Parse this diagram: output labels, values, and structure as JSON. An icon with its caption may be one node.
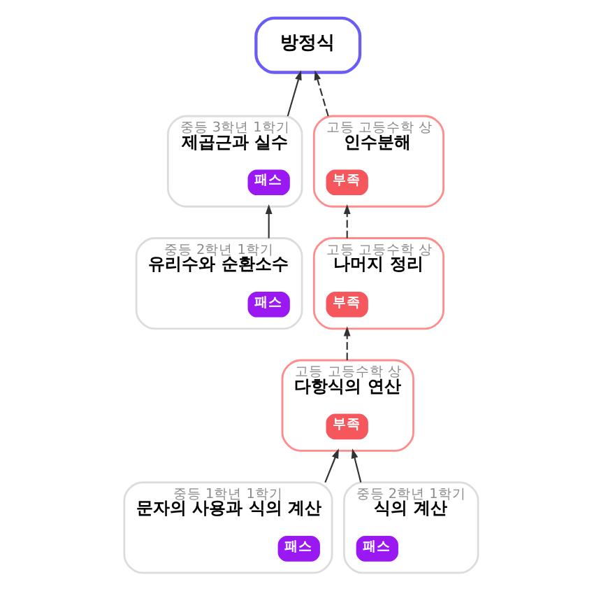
{
  "diagram": {
    "nodes": [
      {
        "text": [
          "방정식"
        ]
      },
      {
        "text": [
          "중등 3학년 1학기",
          "제곱근과 실수"
        ]
      },
      {
        "text": [
          "패스"
        ],
        "in": 1
      },
      {
        "text": [
          "고등 고등수학 상",
          "인수분해"
        ]
      },
      {
        "text": [
          "부족"
        ],
        "in": 3
      },
      {
        "text": [
          "중등 2학년 1학기",
          "유리수와 순환소수"
        ]
      },
      {
        "text": [
          "패스"
        ],
        "in": 5
      },
      {
        "text": [
          "고등 고등수학 상",
          "나머지 정리"
        ]
      },
      {
        "text": [
          "부족"
        ],
        "in": 7
      },
      {
        "text": [
          "고등 고등수학 상",
          "다항식의 연산"
        ]
      },
      {
        "text": [
          "부족"
        ],
        "in": 9
      },
      {
        "text": [
          "중등 1학년 1학기",
          "문자의 사용과 식의 계산"
        ]
      },
      {
        "text": [
          "패스"
        ],
        "in": 11
      },
      {
        "text": [
          "중등 2학년 1학기",
          "식의 계산"
        ]
      },
      {
        "text": [
          "패스"
        ],
        "in": 13
      }
    ],
    "edges": [
      {
        "from": 1,
        "to": 0,
        "arrow": "to"
      },
      {
        "from": 3,
        "to": 0,
        "arrow": "to",
        "style": "dashed"
      },
      {
        "from": 5,
        "to": 1,
        "arrow": "to"
      },
      {
        "from": 7,
        "to": 3,
        "arrow": "to",
        "style": "dashed"
      },
      {
        "from": 9,
        "to": 7,
        "arrow": "to",
        "style": "dashed"
      },
      {
        "from": 11,
        "to": 9,
        "arrow": "to"
      },
      {
        "from": 13,
        "to": 9,
        "arrow": "to"
      }
    ]
  }
}
